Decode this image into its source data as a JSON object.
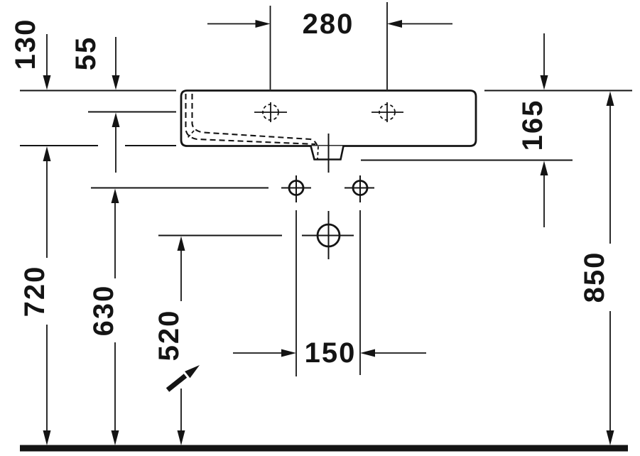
{
  "diagram": {
    "units": "mm",
    "colors": {
      "line": "#141414",
      "background": "#ffffff"
    },
    "dimensions": {
      "faucet_hole_spacing": "280",
      "rim_to_faucet_axis": "55",
      "basin_edge_height": "130",
      "rim_to_outlet_bottom": "165",
      "basin_underside_to_floor": "720",
      "mounting_holes_to_floor": "630",
      "waste_outlet_to_floor": "520",
      "mounting_hole_spacing": "150",
      "rim_to_floor": "850"
    }
  }
}
